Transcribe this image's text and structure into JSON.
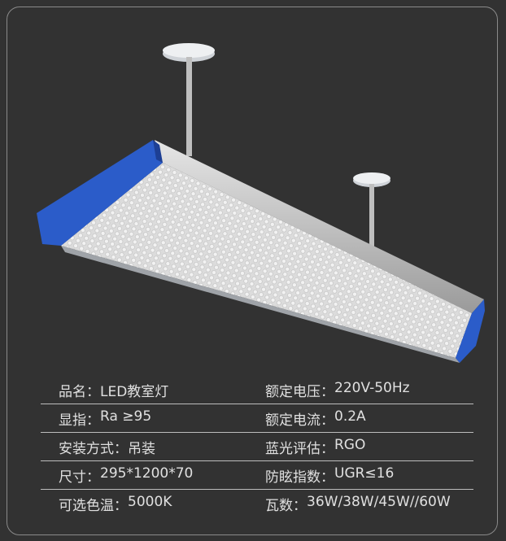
{
  "specs": [
    {
      "left": {
        "label": "品名：",
        "value": "LED教室灯"
      },
      "right": {
        "label": "额定电压：",
        "value": "220V-50Hz"
      }
    },
    {
      "left": {
        "label": "显指：",
        "value": "Ra ≥95"
      },
      "right": {
        "label": "额定电流：",
        "value": "0.2A"
      }
    },
    {
      "left": {
        "label": "安装方式：",
        "value": "吊装"
      },
      "right": {
        "label": "蓝光评估：",
        "value": "RGO"
      }
    },
    {
      "left": {
        "label": "尺寸：",
        "value": "295*1200*70"
      },
      "right": {
        "label": "防眩指数：",
        "value": "UGR≤16"
      }
    },
    {
      "left": {
        "label": "可选色温：",
        "value": "5000K"
      },
      "right": {
        "label": "瓦数：",
        "value": "36W/38W/45W//60W"
      }
    }
  ],
  "colors": {
    "accent": "#2b5cc9",
    "background": "#323232"
  }
}
